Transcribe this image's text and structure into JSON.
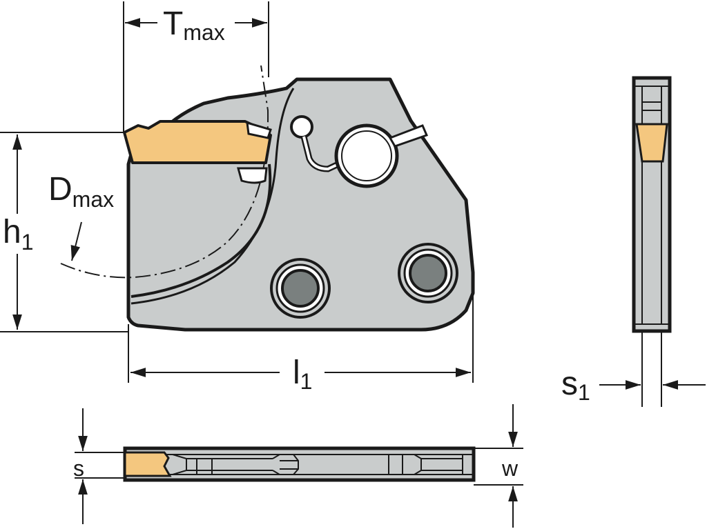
{
  "labels": {
    "tmax": {
      "main": "T",
      "sub": "max"
    },
    "dmax": {
      "main": "D",
      "sub": "max"
    },
    "h1": {
      "main": "h",
      "sub": "1"
    },
    "l1": {
      "main": "l",
      "sub": "1"
    },
    "s1": {
      "main": "s",
      "sub": "1"
    },
    "s": "s",
    "w": "w"
  },
  "colors": {
    "body": "#c9cccc",
    "insert": "#f4c77f",
    "screw": "#7a807f",
    "outline": "#1a1a1a",
    "background": "#ffffff"
  }
}
